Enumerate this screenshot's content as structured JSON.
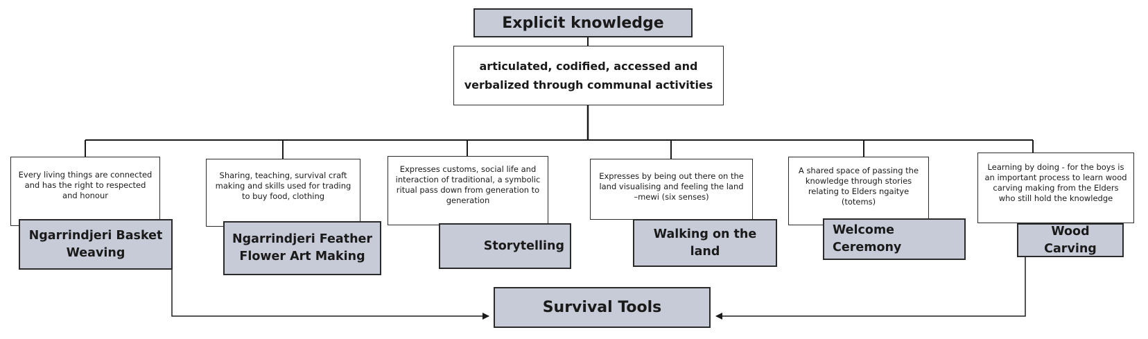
{
  "diagram": {
    "title": "Explicit knowledge",
    "subtitle": "articulated, codified, accessed and verbalized through  communal activities",
    "activities": [
      {
        "description": "Every  living things are connected and has the right to respected  and honour",
        "label": "Ngarrindjeri Basket Weaving"
      },
      {
        "description": "Sharing,  teaching,  survival craft making  and skills used for trading to buy food, clothing",
        "label": "Ngarrindjeri Feather Flower Art Making"
      },
      {
        "description": "Expresses customs, social life and interaction  of traditional,  a symbolic ritual  pass down from generation  to generation",
        "label": "Storytelling"
      },
      {
        "description": "Expresses by being out there on the land  visualising and feeling the land –mewi  (six senses)",
        "label": "Walking  on the land"
      },
      {
        "description": "A shared space of passing the knowledge through stories relating to Elders ngaitye  (totems)",
        "label": "Welcome Ceremony"
      },
      {
        "description": "Learning  by doing - for the boys is an important  process to learn wood carving making  from the Elders who still hold the knowledge",
        "label": "Wood Carving"
      }
    ],
    "outcome": "Survival Tools"
  },
  "colors": {
    "label_fill": "#c7cbd8",
    "line": "#2a2a2a"
  }
}
